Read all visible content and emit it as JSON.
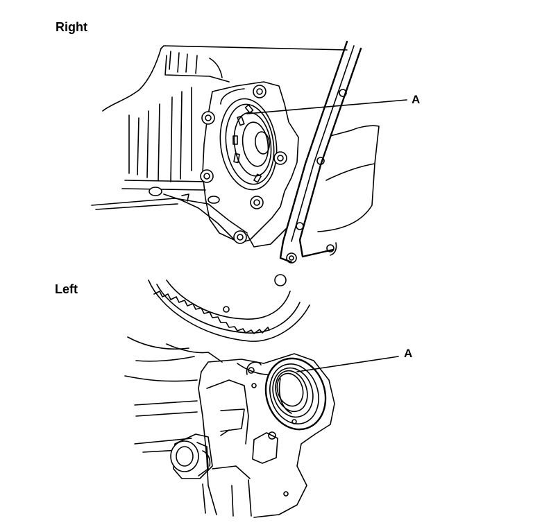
{
  "diagram": {
    "sections": [
      {
        "label": "Right",
        "callout": "A"
      },
      {
        "label": "Left",
        "callout": "A"
      }
    ]
  }
}
